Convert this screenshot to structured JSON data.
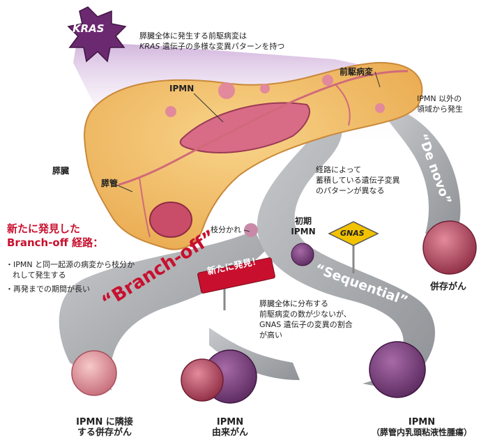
{
  "kras": {
    "badge": "KRAS",
    "desc_line1": "膵臓全体に発生する前駆病変は",
    "desc_italic": "KRAS",
    "desc_line2_rest": " 遺伝子の多様な変異パターンを持つ"
  },
  "pancreas": {
    "ipmn": "IPMN",
    "precursor": "前駆病変",
    "organ": "膵臓",
    "duct": "膵管",
    "branch": "枝分かれ"
  },
  "branch_off": {
    "heading_line1": "新たに発見した",
    "heading_line2": "Branch-off 経路：",
    "bullets": [
      "IPMN と同一起源の病変から枝分かれして発生する",
      "再発までの期間が長い"
    ],
    "road_label": "“Branch-off”",
    "sign": "新たに発見！",
    "result_line1": "IPMN に隣接",
    "result_line2": "する併存がん"
  },
  "sequential": {
    "early_line1": "初期",
    "early_line2": "IPMN",
    "gnas": "GNAS",
    "road_label": "“Sequential”",
    "desc_line1": "膵臓全体に分布する",
    "desc_line2": "前駆病変の数が少ないが、",
    "desc_line3": "GNAS 遺伝子の変異の割合",
    "desc_line4": "が高い",
    "pathway_note_line1": "経路によって",
    "pathway_note_line2": "蓄積している遺伝子変異",
    "pathway_note_line3": "のパターンが異なる",
    "result_derived_line1": "IPMN",
    "result_derived_line2": "由来がん",
    "result_ipmn_line1": "IPMN",
    "result_ipmn_line2": "（膵管内乳頭粘液性腫瘍）"
  },
  "de_novo": {
    "origin_line1": "IPMN 以外の",
    "origin_line2": "領域から発生",
    "road_label": "“De novo”",
    "result": "併存がん"
  },
  "colors": {
    "pancreas_fill": "#f3be66",
    "pancreas_edge": "#c9883a",
    "road": "#a9abae",
    "kras_badge": "#6b2a6f",
    "accent_red": "#c8102e",
    "gnas_sign": "#f2c200",
    "tumor_purple": "#7a3a7a",
    "tumor_red": "#a83a4e"
  },
  "icons": [
    "kras-burst-icon",
    "gnas-sign-icon",
    "new-discovery-sign-icon",
    "tumor-icon"
  ]
}
